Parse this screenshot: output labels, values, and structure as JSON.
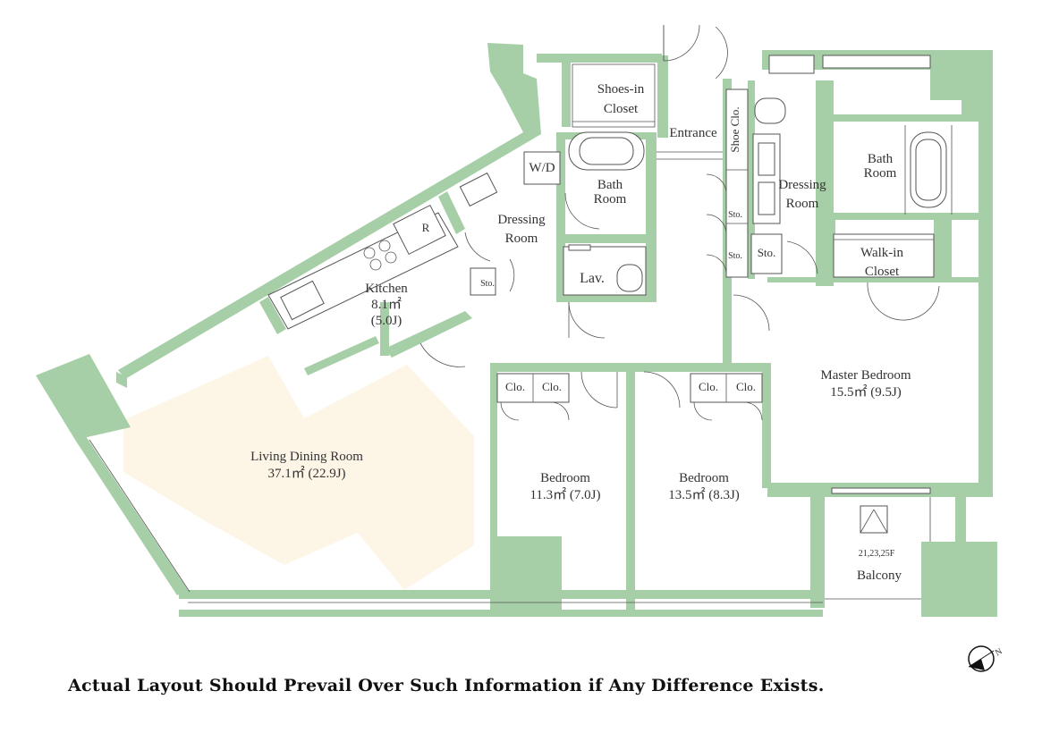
{
  "rooms": {
    "shoes_in_closet": {
      "line1": "Shoes-in",
      "line2": "Closet"
    },
    "entrance": "Entrance",
    "shoe_clo": "Shoe Clo.",
    "wd": "W/D",
    "r": "R",
    "bath_room_1": {
      "line1": "Bath",
      "line2": "Room"
    },
    "dressing_room_1": {
      "line1": "Dressing",
      "line2": "Room"
    },
    "dressing_room_2": {
      "line1": "Dressing",
      "line2": "Room"
    },
    "bath_room_2": {
      "line1": "Bath",
      "line2": "Room"
    },
    "kitchen": {
      "name": "Kitchen",
      "area": "8.1㎡",
      "jo": "(5.0J)"
    },
    "sto_small": "Sto.",
    "lav": "Lav.",
    "sto_1": "Sto.",
    "sto_2": "Sto.",
    "sto_3": "Sto.",
    "walk_in_closet": {
      "line1": "Walk-in",
      "line2": "Closet"
    },
    "master_bedroom": {
      "name": "Master Bedroom",
      "area": "15.5㎡ (9.5J)"
    },
    "clo": [
      "Clo.",
      "Clo.",
      "Clo.",
      "Clo."
    ],
    "living_dining": {
      "name": "Living Dining Room",
      "area": "37.1㎡ (22.9J)"
    },
    "bedroom_1": {
      "name": "Bedroom",
      "area": "11.3㎡ (7.0J)"
    },
    "bedroom_2": {
      "name": "Bedroom",
      "area": "13.5㎡ (8.3J)"
    },
    "balcony": {
      "floors": "21,23,25F",
      "name": "Balcony"
    }
  },
  "compass": {
    "letter": "N"
  },
  "colors": {
    "wall": "#a7cfa7",
    "ldk_highlight": "#fdf6e7"
  },
  "disclaimer": "Actual Layout Should Prevail Over Such Information if Any Difference Exists."
}
